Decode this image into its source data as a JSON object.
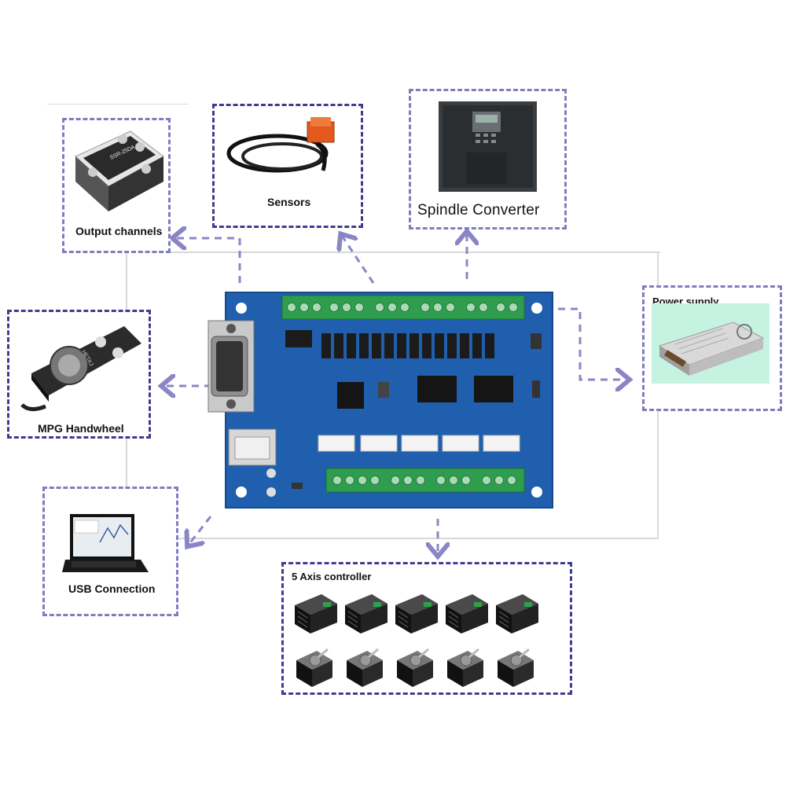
{
  "nodes": {
    "output_channels": {
      "label": "Output channels",
      "icon": "solid-state-relay-icon"
    },
    "sensors": {
      "label": "Sensors",
      "icon": "proximity-sensor-icon"
    },
    "spindle_converter": {
      "label": "Spindle Converter",
      "icon": "vfd-inverter-icon"
    },
    "power_supply": {
      "label": "Power  supply",
      "icon": "power-supply-icon"
    },
    "mpg_handwheel": {
      "label": "MPG Handwheel",
      "icon": "handwheel-pendant-icon"
    },
    "usb_connection": {
      "label": "USB Connection",
      "icon": "laptop-icon"
    },
    "axis_controller": {
      "label": "5 Axis controller",
      "icon": "stepper-driver-and-motor-icon",
      "count": 5
    }
  },
  "board": {
    "icon": "breakout-board-icon"
  },
  "colors": {
    "dashed_border": "#7f7cc0",
    "dark_border": "#3f3c8f",
    "arrow": "#8a86c6",
    "board_blue": "#1f5fae",
    "terminal_green": "#2e9e4e"
  }
}
